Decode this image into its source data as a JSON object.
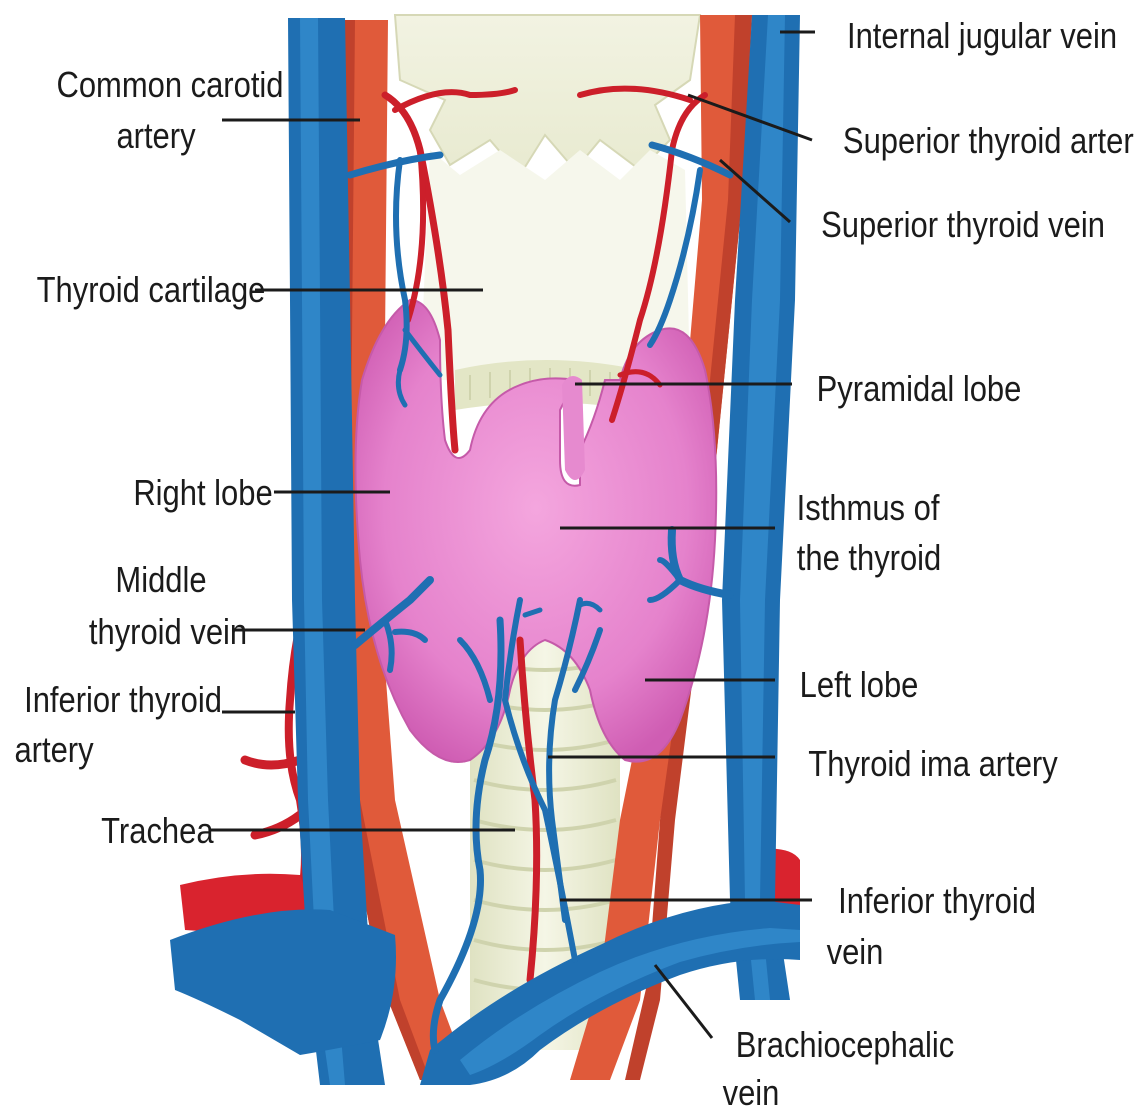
{
  "diagram": {
    "labels": {
      "internal_jugular_vein": "Internal jugular vein",
      "common_carotid_1": "Common carotid",
      "common_carotid_2": "artery",
      "superior_thyroid_artery": "Superior thyroid artery",
      "superior_thyroid_vein": "Superior thyroid vein",
      "thyroid_cartilage": "Thyroid cartilage",
      "pyramidal_lobe": "Pyramidal lobe",
      "right_lobe": "Right lobe",
      "isthmus_1": "Isthmus of",
      "isthmus_2": "the thyroid",
      "middle_thyroid_vein_1": "Middle",
      "middle_thyroid_vein_2": "thyroid vein",
      "left_lobe": "Left lobe",
      "inferior_thyroid_artery_1": "Inferior thyroid",
      "inferior_thyroid_artery_2": "artery",
      "thyroid_ima_artery": "Thyroid ima artery",
      "trachea": "Trachea",
      "inferior_thyroid_vein_1": "Inferior thyroid",
      "inferior_thyroid_vein_2": "vein",
      "brachiocephalic_vein_1": "Brachiocephalic",
      "brachiocephalic_vein_2": "vein"
    },
    "colors": {
      "vein": "#1f6fb2",
      "artery": "#d9232e",
      "muscle": "#e05a3a",
      "thyroid": "#e27bc6",
      "cartilage": "#eef0d8",
      "trachea": "#eaecd0"
    }
  }
}
